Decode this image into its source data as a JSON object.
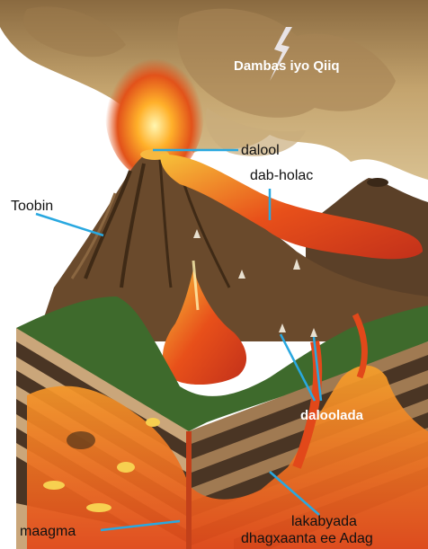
{
  "labels": {
    "ash_cloud": "Dambas iyo Qiiq",
    "crater": "dalool",
    "lava_flow": "dab-holac",
    "cone": "Toobin",
    "vents": "daloolada",
    "magma": "maagma",
    "rock_layers_line1": "lakabyada",
    "rock_layers_line2": "dhagxaanta ee Adag"
  },
  "colors": {
    "leader": "#29a8e0",
    "lava": "#e8501a",
    "magma": "#f07a1e",
    "grass": "#3e6a2c",
    "rock_brown": "#6a4a2c",
    "smoke": "#b39768"
  }
}
